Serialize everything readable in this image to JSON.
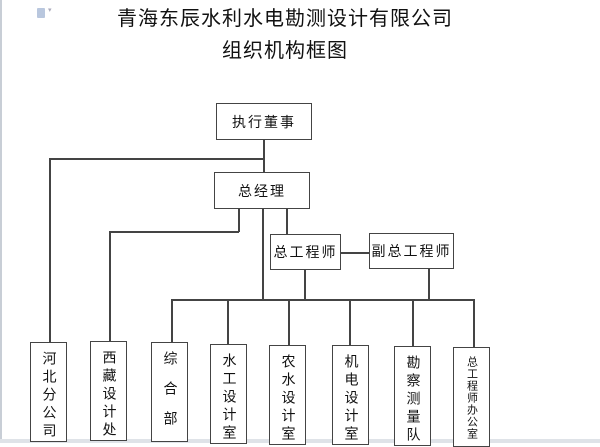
{
  "document": {
    "title_line1": "青海东辰水利水电勘测设计有限公司",
    "title_line2": "组织机构框图"
  },
  "org": {
    "executive_director": "执行董事",
    "general_manager": "总经理",
    "chief_engineer": "总工程师",
    "deputy_chief_engineer": "副总工程师",
    "departments": [
      "河北分公司",
      "西藏设计处",
      "综合部",
      "水工设计室",
      "农水设计室",
      "机电设计室",
      "勘察测量队",
      "总工程师办公室"
    ]
  }
}
